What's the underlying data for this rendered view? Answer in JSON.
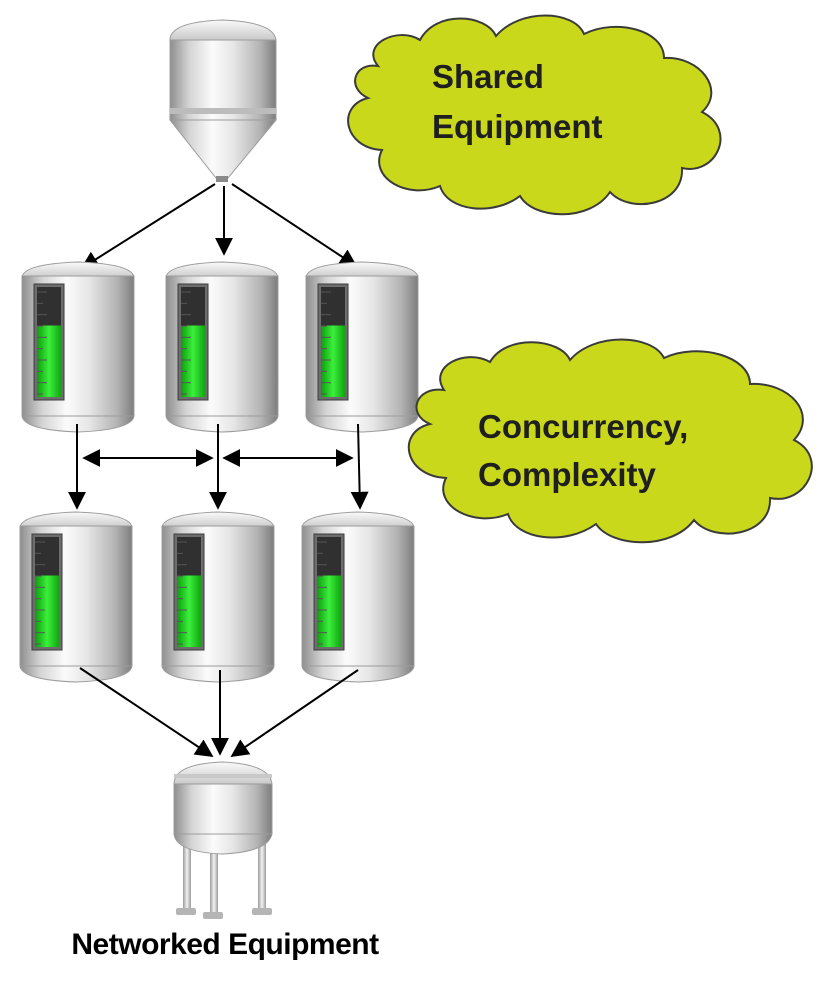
{
  "clouds": {
    "shared": {
      "line1": "Shared",
      "line2": "Equipment"
    },
    "concurrency": {
      "line1": "Concurrency,",
      "line2": "Complexity"
    }
  },
  "caption": "Networked Equipment",
  "colors": {
    "cloud_fill": "#c9d81b",
    "cloud_stroke": "#3a3a3a",
    "level_green": "#22d422",
    "steel_light": "#f4f4f4",
    "steel_dark": "#8e8e8e",
    "arrow": "#000000"
  },
  "tank_levels": {
    "mid_left": 0.65,
    "mid_center": 0.65,
    "mid_right": 0.65,
    "low_left": 0.65,
    "low_center": 0.65,
    "low_right": 0.65
  }
}
